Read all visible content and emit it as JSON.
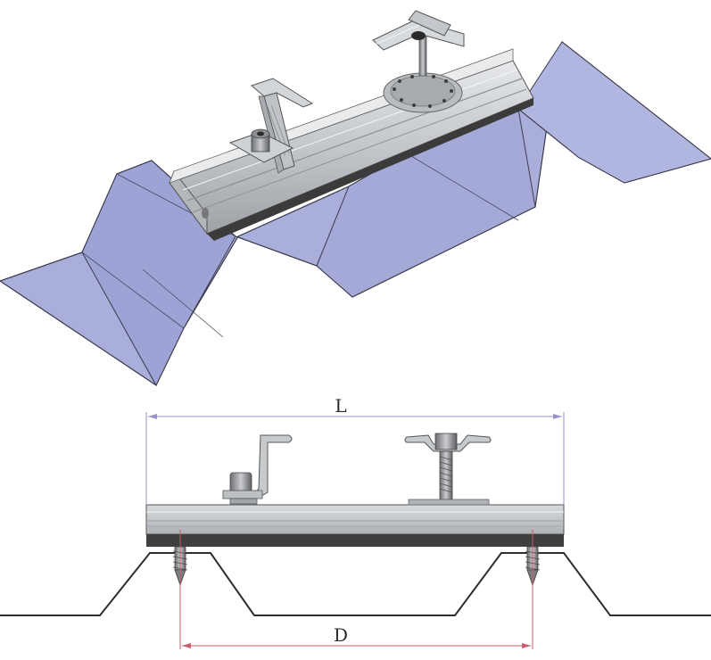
{
  "dimensions": {
    "overall_length_label": "L",
    "screw_spacing_label": "D"
  },
  "colors": {
    "roof_sheet": "#a9aedb",
    "roof_sheet_side": "#8f95c8",
    "rail": "#c9ccd0",
    "dimension_line": "#9b90c8",
    "dimension_line_d": "#cc5a6a"
  },
  "icons": [
    "mid-clamp",
    "end-clamp",
    "hex-bolt",
    "self-tapping-screw",
    "epdm-washer"
  ]
}
